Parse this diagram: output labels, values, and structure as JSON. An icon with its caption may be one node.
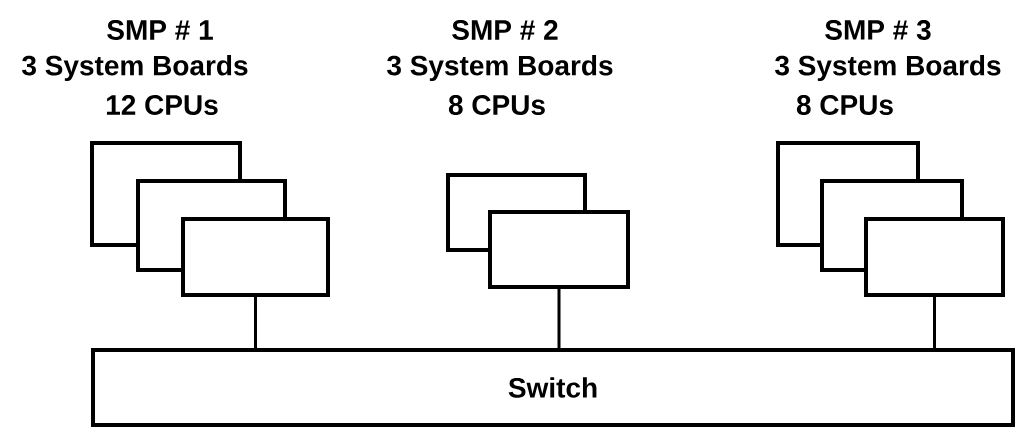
{
  "diagram": {
    "nodes": [
      {
        "text": [],
        "shape": "box"
      },
      {
        "text": [],
        "shape": "box"
      },
      {
        "text": [],
        "shape": "box"
      },
      {
        "text": [],
        "shape": "box"
      },
      {
        "text": [],
        "shape": "box"
      },
      {
        "text": [],
        "shape": "box"
      },
      {
        "text": [],
        "shape": "box"
      },
      {
        "text": [],
        "shape": "box"
      },
      {
        "text": [
          "Switch"
        ]
      }
    ],
    "edges": [
      {
        "from": 2,
        "to": 8,
        "arrow": "none"
      },
      {
        "from": 4,
        "to": 8,
        "arrow": "none"
      },
      {
        "from": 7,
        "to": 8,
        "arrow": "none"
      }
    ],
    "labels": [
      "SMP # 1",
      "3 System Boards",
      "12 CPUs",
      "SMP # 2",
      "3 System Boards",
      "8 CPUs",
      "SMP # 3",
      "3 System Boards",
      "8 CPUs"
    ]
  }
}
